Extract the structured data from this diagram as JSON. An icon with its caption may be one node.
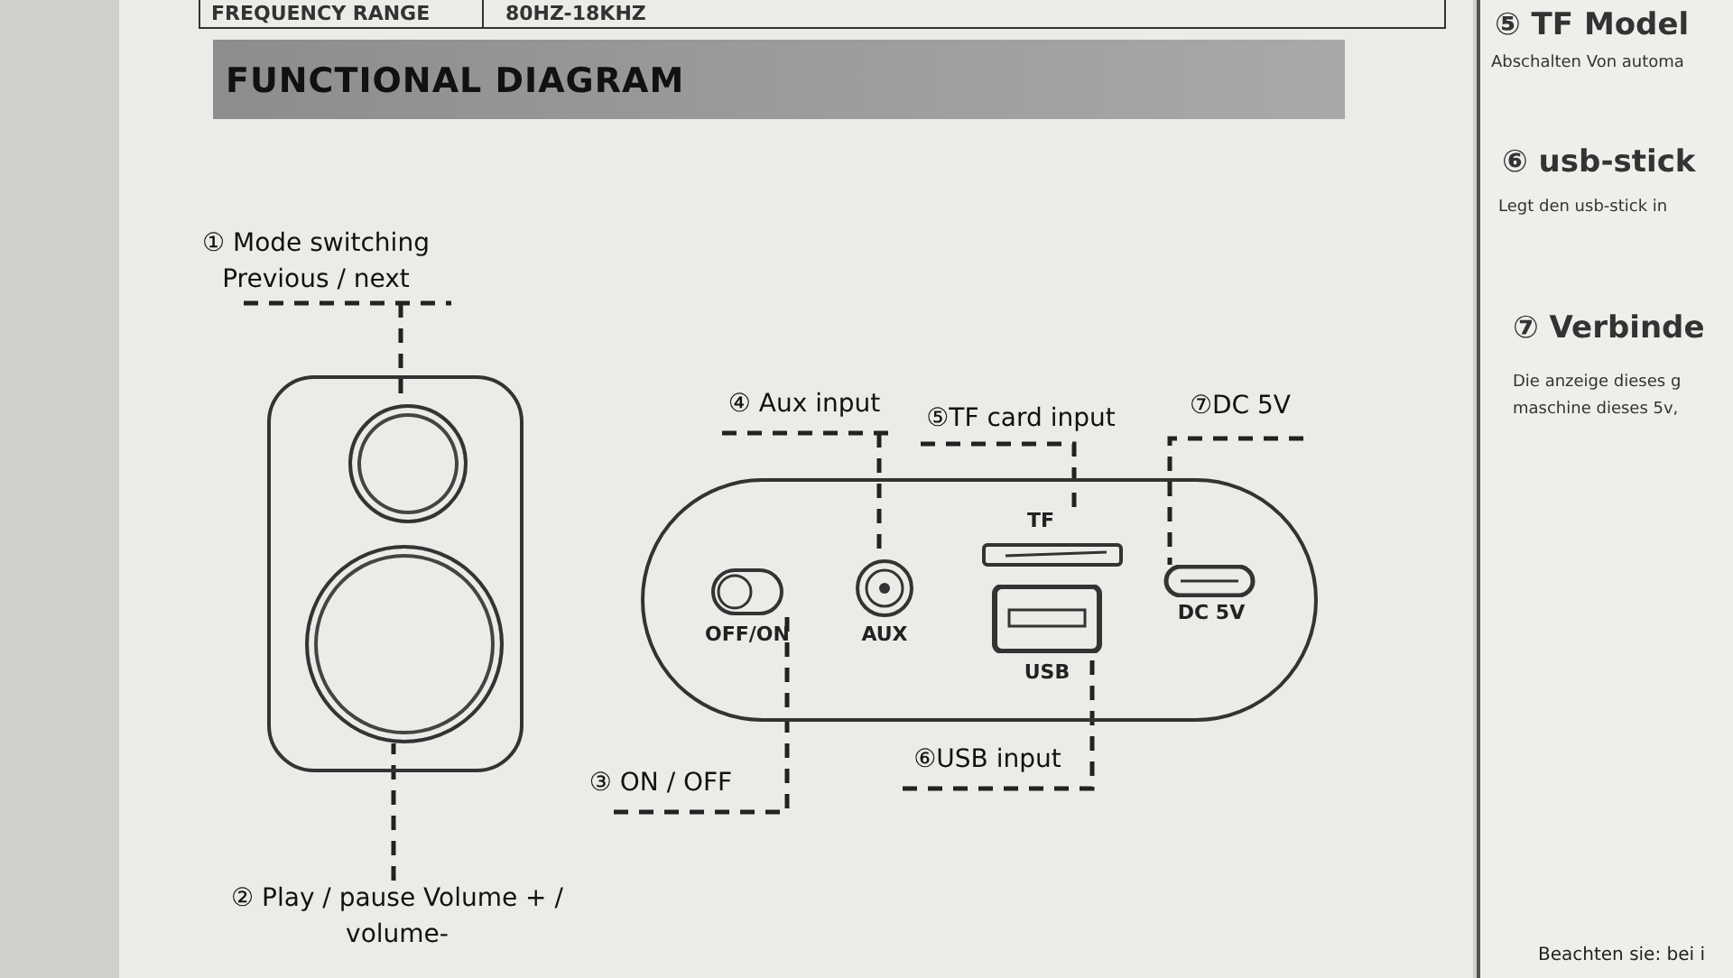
{
  "diagram": {
    "title": "FUNCTIONAL DIAGRAM",
    "nodes": [
      {
        "text": [
          "① Mode switching Previous / next"
        ]
      },
      {
        "text": [],
        "shape": "box"
      },
      {
        "text": [],
        "shape": "circle",
        "in": 1
      },
      {
        "text": [],
        "shape": "circle",
        "in": 1
      },
      {
        "text": [
          "② Play / pause Volume + / volume-"
        ]
      },
      {
        "text": [
          "④ Aux input"
        ]
      },
      {
        "text": [
          "⑤TF card input"
        ]
      },
      {
        "text": [
          "⑦DC 5V"
        ]
      },
      {
        "text": [],
        "shape": "box"
      },
      {
        "text": [
          "OFF/ON"
        ],
        "in": 8
      },
      {
        "text": [
          "AUX"
        ],
        "in": 8
      },
      {
        "text": [
          "TF"
        ],
        "in": 8
      },
      {
        "text": [
          "USB"
        ],
        "in": 8
      },
      {
        "text": [
          "DC 5V"
        ],
        "in": 8
      },
      {
        "text": [
          "③ ON / OFF"
        ]
      },
      {
        "text": [
          "⑥USB input"
        ]
      }
    ],
    "edges": [
      {
        "from": 0,
        "to": 2,
        "arrow": "none",
        "style": "dashed"
      },
      {
        "from": 4,
        "to": 3,
        "arrow": "none",
        "style": "dashed"
      },
      {
        "from": 5,
        "to": 10,
        "arrow": "none",
        "style": "dashed"
      },
      {
        "from": 6,
        "to": 11,
        "arrow": "none",
        "style": "dashed"
      },
      {
        "from": 7,
        "to": 13,
        "arrow": "none",
        "style": "dashed"
      },
      {
        "from": 14,
        "to": 9,
        "arrow": "none",
        "style": "dashed"
      },
      {
        "from": 15,
        "to": 12,
        "arrow": "none",
        "style": "dashed"
      }
    ],
    "labels": [
      "FREQUENCY RANGE",
      "80HZ-18KHZ",
      "⑤ TF Model",
      "Abschalten Von automa",
      "⑥ usb-stick",
      "Legt den usb-stick in",
      "⑦ Verbinde",
      "Die anzeige dieses g",
      "maschine dieses 5v,",
      "Beachten sie: bei i"
    ]
  }
}
